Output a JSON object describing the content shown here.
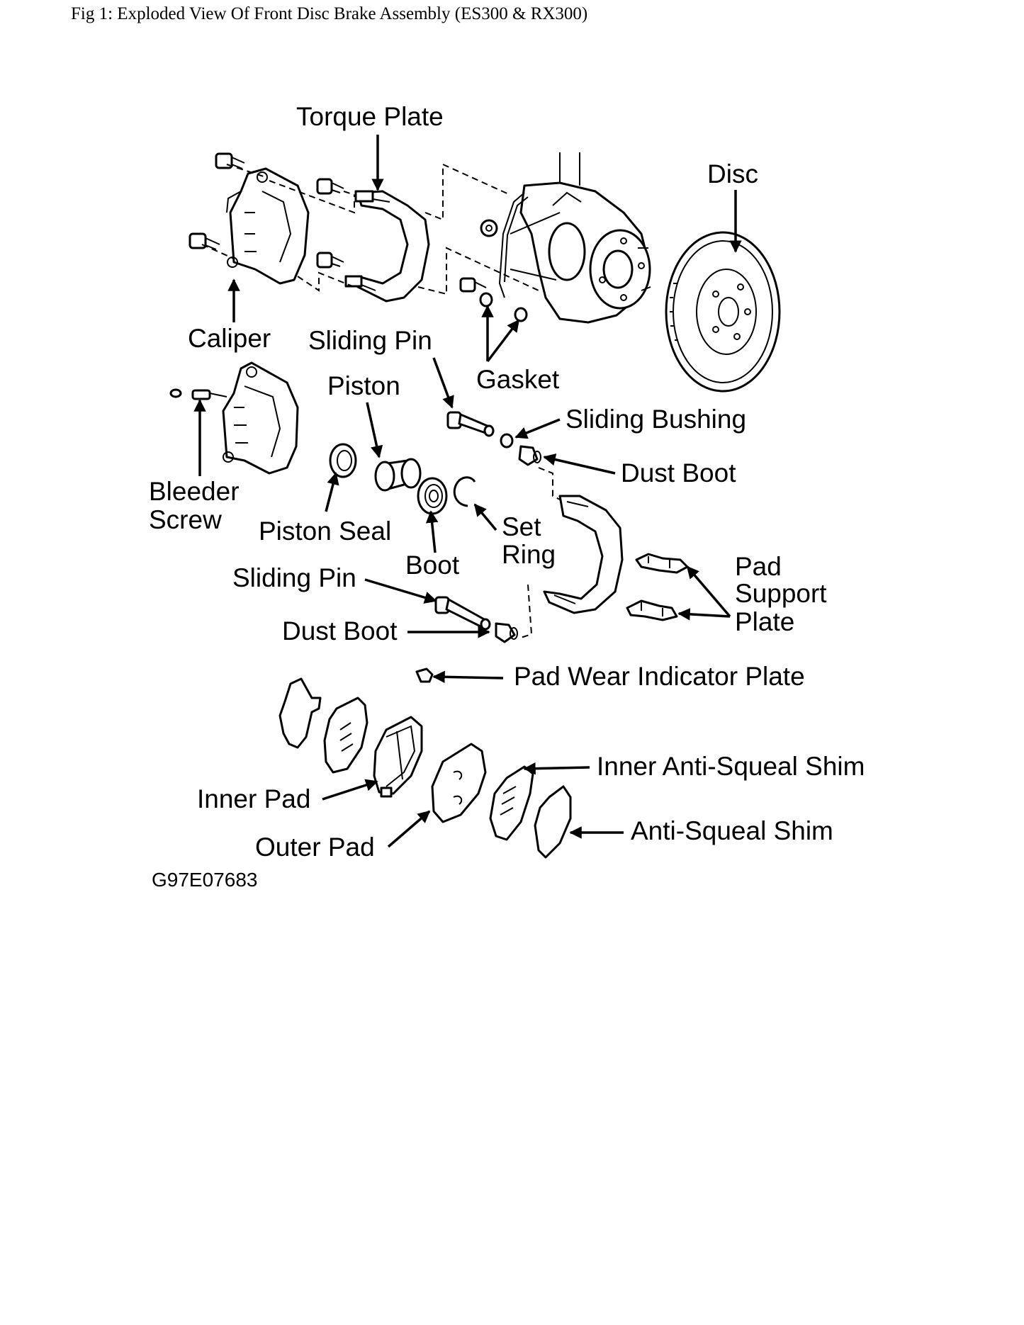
{
  "figure": {
    "title": "Fig 1: Exploded View Of Front Disc Brake Assembly (ES300 & RX300)",
    "code": "G97E07683"
  },
  "labels": {
    "torque_plate": "Torque Plate",
    "disc": "Disc",
    "caliper": "Caliper",
    "sliding_pin_top": "Sliding Pin",
    "gasket": "Gasket",
    "piston": "Piston",
    "sliding_bushing": "Sliding Bushing",
    "dust_boot_top": "Dust Boot",
    "bleeder_line1": "Bleeder",
    "bleeder_line2": "Screw",
    "piston_seal": "Piston Seal",
    "boot": "Boot",
    "set_ring_line1": "Set",
    "set_ring_line2": "Ring",
    "pad_support_line1": "Pad",
    "pad_support_line2": "Support",
    "pad_support_line3": "Plate",
    "sliding_pin_bottom": "Sliding Pin",
    "dust_boot_bottom": "Dust Boot",
    "pad_wear_indicator": "Pad Wear Indicator Plate",
    "inner_anti_squeal_shim": "Inner Anti-Squeal Shim",
    "anti_squeal_shim": "Anti-Squeal Shim",
    "inner_pad": "Inner Pad",
    "outer_pad": "Outer Pad"
  }
}
